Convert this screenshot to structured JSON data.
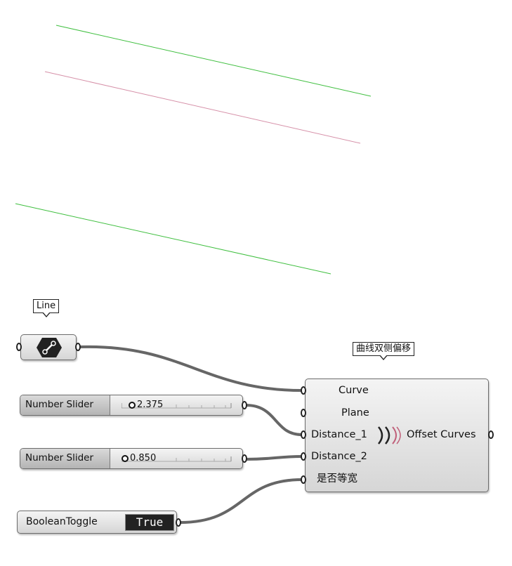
{
  "viewport": {
    "line_colors": {
      "offset_green": "#3fbf3f",
      "original_pink": "#d690a8",
      "lower_green": "#3fbf3f"
    }
  },
  "line_param": {
    "tag_label": "Line",
    "icon": "line-param-icon"
  },
  "main_component": {
    "tag_label": "曲线双侧偏移",
    "inputs": [
      "Curve",
      "Plane",
      "Distance_1",
      "Distance_2",
      "是否等宽"
    ],
    "output": "Offset Curves",
    "icon": "offset-curves-icon"
  },
  "slider_1": {
    "label": "Number Slider",
    "value": "2.375",
    "fraction": 0.0
  },
  "slider_2": {
    "label": "Number Slider",
    "value": "0.850",
    "fraction": 0.0
  },
  "boolean_toggle": {
    "label": "BooleanToggle",
    "value": "True"
  },
  "colors": {
    "wire": "#666666",
    "canvas": "#ffffff"
  }
}
